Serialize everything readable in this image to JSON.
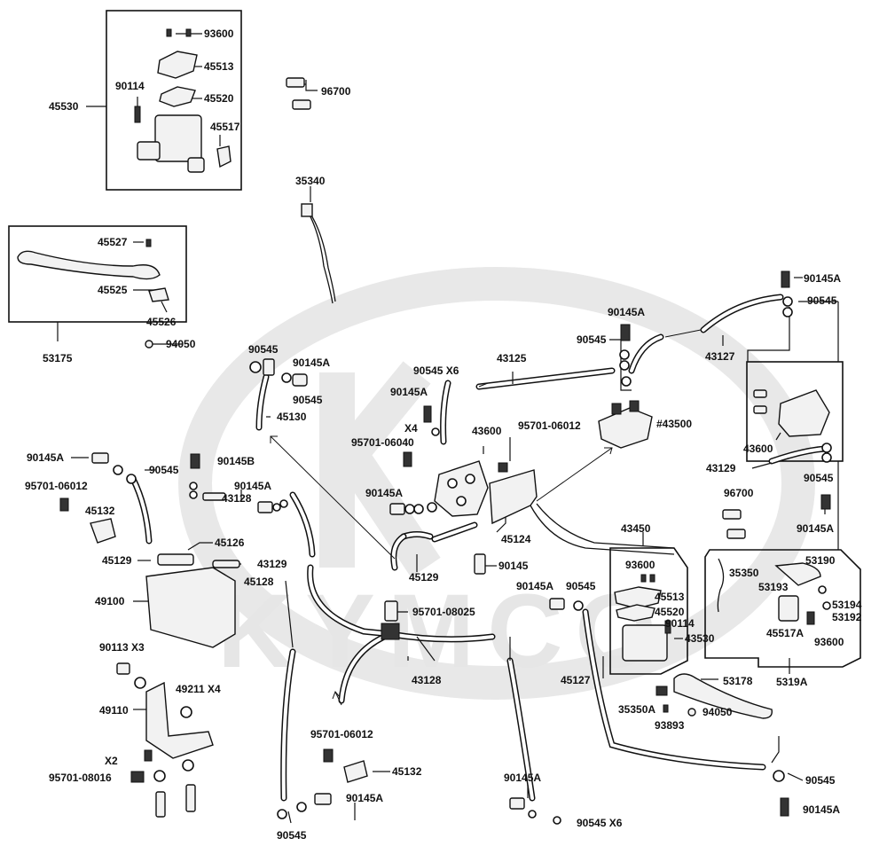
{
  "watermark": "KYMCO",
  "labels": [
    {
      "id": "93600_top",
      "text": "93600"
    },
    {
      "id": "45513_top",
      "text": "45513"
    },
    {
      "id": "90114_top",
      "text": "90114"
    },
    {
      "id": "45520_top",
      "text": "45520"
    },
    {
      "id": "45530",
      "text": "45530"
    },
    {
      "id": "45517_top",
      "text": "45517"
    },
    {
      "id": "96700_top",
      "text": "96700"
    },
    {
      "id": "35340",
      "text": "35340"
    },
    {
      "id": "45527",
      "text": "45527"
    },
    {
      "id": "45525",
      "text": "45525"
    },
    {
      "id": "45526",
      "text": "45526"
    },
    {
      "id": "53175",
      "text": "53175"
    },
    {
      "id": "94050_left",
      "text": "94050"
    },
    {
      "id": "90545_a",
      "text": "90545"
    },
    {
      "id": "90145A_a",
      "text": "90145A"
    },
    {
      "id": "90545_b",
      "text": "90545"
    },
    {
      "id": "45130",
      "text": "45130"
    },
    {
      "id": "90545x6_top",
      "text": "90545 X6"
    },
    {
      "id": "43125",
      "text": "43125"
    },
    {
      "id": "90145A_b",
      "text": "90145A"
    },
    {
      "id": "90545_c",
      "text": "90545"
    },
    {
      "id": "90145A_c",
      "text": "90145A"
    },
    {
      "id": "43127",
      "text": "43127"
    },
    {
      "id": "90145A_tr",
      "text": "90145A"
    },
    {
      "id": "90545_tr",
      "text": "90545"
    },
    {
      "id": "x4_mid",
      "text": "X4"
    },
    {
      "id": "95701_06040",
      "text": "95701-06040"
    },
    {
      "id": "43600_mid",
      "text": "43600"
    },
    {
      "id": "95701_06012_mid",
      "text": "95701-06012"
    },
    {
      "id": "43500",
      "text": "#43500"
    },
    {
      "id": "43600_right",
      "text": "43600"
    },
    {
      "id": "43129_right",
      "text": "43129"
    },
    {
      "id": "90545_right",
      "text": "90545"
    },
    {
      "id": "96700_right",
      "text": "96700"
    },
    {
      "id": "90145A_right",
      "text": "90145A"
    },
    {
      "id": "90145A_left",
      "text": "90145A"
    },
    {
      "id": "90545_left",
      "text": "90545"
    },
    {
      "id": "90145B",
      "text": "90145B"
    },
    {
      "id": "95701_06012_left",
      "text": "95701-06012"
    },
    {
      "id": "45132_left",
      "text": "45132"
    },
    {
      "id": "90145A_mid2",
      "text": "90145A"
    },
    {
      "id": "43128_upper",
      "text": "43128"
    },
    {
      "id": "45126",
      "text": "45126"
    },
    {
      "id": "45129_left",
      "text": "45129"
    },
    {
      "id": "43129_left",
      "text": "43129"
    },
    {
      "id": "49100",
      "text": "49100"
    },
    {
      "id": "45128",
      "text": "45128"
    },
    {
      "id": "90145A_d",
      "text": "90145A"
    },
    {
      "id": "45124",
      "text": "45124"
    },
    {
      "id": "45129_mid",
      "text": "45129"
    },
    {
      "id": "90145_mid",
      "text": "90145"
    },
    {
      "id": "43450",
      "text": "43450"
    },
    {
      "id": "93600_mid",
      "text": "93600"
    },
    {
      "id": "45513_mid",
      "text": "45513"
    },
    {
      "id": "45520_mid",
      "text": "45520"
    },
    {
      "id": "90114_mid",
      "text": "90114"
    },
    {
      "id": "43530",
      "text": "43530"
    },
    {
      "id": "90145A_e",
      "text": "90145A"
    },
    {
      "id": "90545_e",
      "text": "90545"
    },
    {
      "id": "53190",
      "text": "53190"
    },
    {
      "id": "35350",
      "text": "35350"
    },
    {
      "id": "53193",
      "text": "53193"
    },
    {
      "id": "53194",
      "text": "53194"
    },
    {
      "id": "53192",
      "text": "53192"
    },
    {
      "id": "45517A",
      "text": "45517A"
    },
    {
      "id": "93600_right",
      "text": "93600"
    },
    {
      "id": "5319A",
      "text": "5319A"
    },
    {
      "id": "95701_08025",
      "text": "95701-08025"
    },
    {
      "id": "90113_x3",
      "text": "90113   X3"
    },
    {
      "id": "49211_x4",
      "text": "49211   X4"
    },
    {
      "id": "49110",
      "text": "49110"
    },
    {
      "id": "43128_lower",
      "text": "43128"
    },
    {
      "id": "45127",
      "text": "45127"
    },
    {
      "id": "53178",
      "text": "53178"
    },
    {
      "id": "35350A",
      "text": "35350A"
    },
    {
      "id": "94050_mid",
      "text": "94050"
    },
    {
      "id": "93893",
      "text": "93893"
    },
    {
      "id": "x2",
      "text": "X2"
    },
    {
      "id": "95701_08016",
      "text": "95701-08016"
    },
    {
      "id": "95701_06012_low",
      "text": "95701-06012"
    },
    {
      "id": "45132_low",
      "text": "45132"
    },
    {
      "id": "90145A_low",
      "text": "90145A"
    },
    {
      "id": "90545_low",
      "text": "90545"
    },
    {
      "id": "90145A_low2",
      "text": "90145A"
    },
    {
      "id": "90545x6_low",
      "text": "90545 X6"
    },
    {
      "id": "90545_br",
      "text": "90545"
    },
    {
      "id": "90145A_br",
      "text": "90145A"
    }
  ]
}
